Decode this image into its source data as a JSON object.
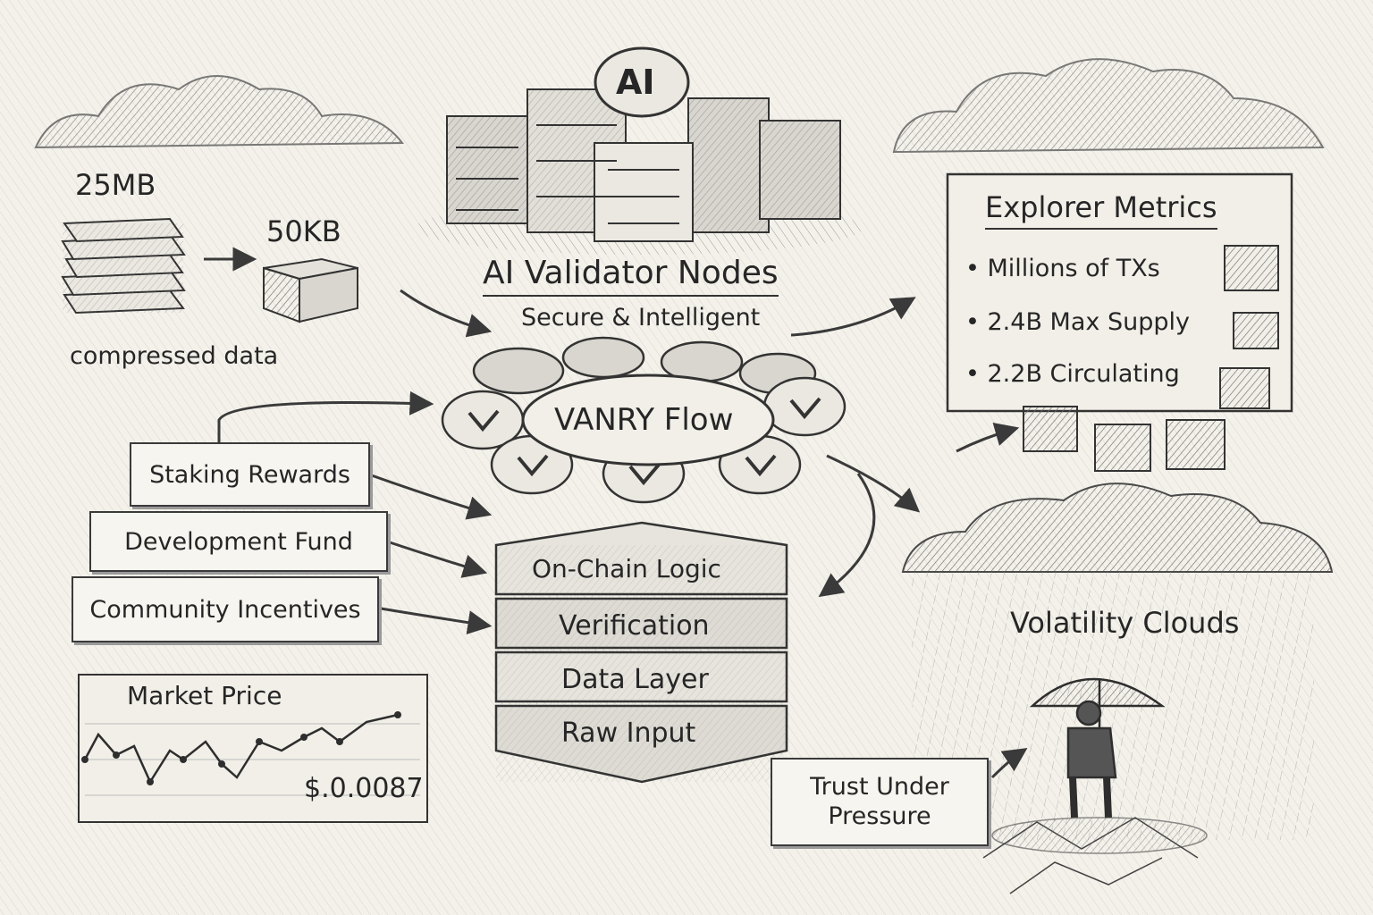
{
  "compression": {
    "original_size": "25MB",
    "compressed_size": "50KB",
    "caption": "compressed data"
  },
  "validators": {
    "badge": "AI",
    "title": "AI Validator Nodes",
    "subtitle": "Secure & Intelligent"
  },
  "explorer": {
    "title": "Explorer Metrics",
    "items": [
      "• Millions of TXs",
      "• 2.4B  Max Supply",
      "• 2.2B  Circulating"
    ]
  },
  "token_flow": {
    "label": "VANRY Flow"
  },
  "allocations": [
    "Staking Rewards",
    "Development Fund",
    "Community Incentives"
  ],
  "stack_layers": [
    "On-Chain Logic",
    "Verification",
    "Data Layer",
    "Raw Input"
  ],
  "market": {
    "title": "Market Price",
    "price": "$.0.0087"
  },
  "volatility": {
    "label": "Volatility  Clouds"
  },
  "trust": {
    "label_line1": "Trust Under",
    "label_line2": "Pressure"
  },
  "colors": {
    "ink": "#2e2e2e",
    "paper": "#f4f1ea",
    "shade": "#8c8c8c"
  }
}
